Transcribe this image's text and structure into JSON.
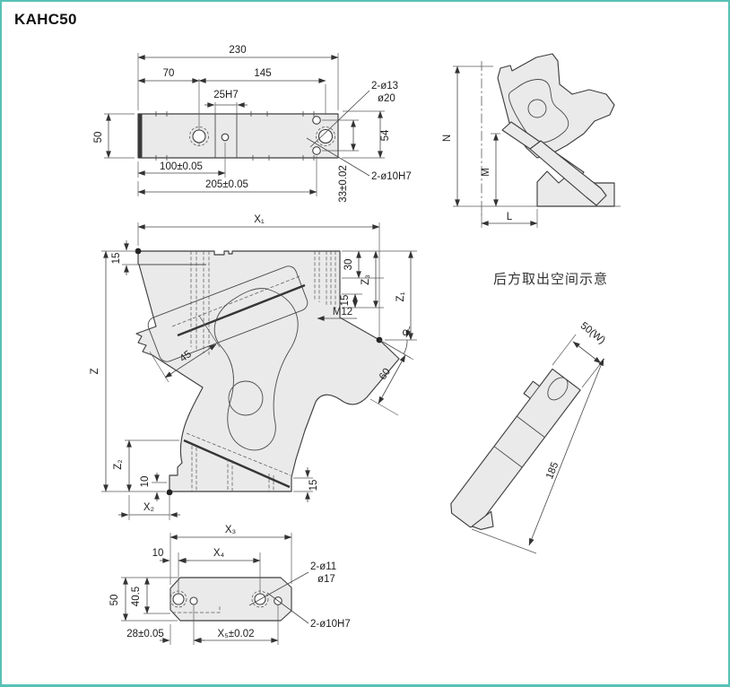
{
  "title": "KAHC50",
  "colors": {
    "accent": "#57c1b7",
    "line": "#3f3f3f",
    "part_fill": "#eaeaea",
    "background": "#ffffff"
  },
  "note": "后方取出空间示意",
  "top_view": {
    "d230": "230",
    "d70": "70",
    "d145": "145",
    "d25": "25H7",
    "d50": "50",
    "d100": "100±0.05",
    "d205": "205±0.05",
    "d54": "54",
    "d33": "33±0.02",
    "leader_cb1": "2-ø13",
    "leader_cb2": "ø20",
    "leader_dowel": "2-ø10H7"
  },
  "side_view": {
    "dN": "N",
    "dM": "M",
    "dL": "L"
  },
  "front_view": {
    "dX1": "X₁",
    "d15top": "15",
    "dZ": "Z",
    "d30": "30",
    "dZ3": "Z₃",
    "d15r": "15",
    "thread": "M12",
    "dZ1": "Z₁",
    "alpha": "α",
    "d45": "45",
    "d60": "60",
    "dZ2": "Z₂",
    "d10": "10",
    "dX2": "X₂",
    "d15foot": "15"
  },
  "clearance_view": {
    "dwidth": "50(W)",
    "dlength": "185"
  },
  "bottom_view": {
    "dX3": "X₃",
    "d10": "10",
    "dX4": "X₄",
    "d50": "50",
    "d405": "40.5",
    "d28": "28±0.05",
    "dX5": "X₅±0.02",
    "leader_cb1": "2-ø11",
    "leader_cb2": "ø17",
    "leader_dowel": "2-ø10H7"
  }
}
